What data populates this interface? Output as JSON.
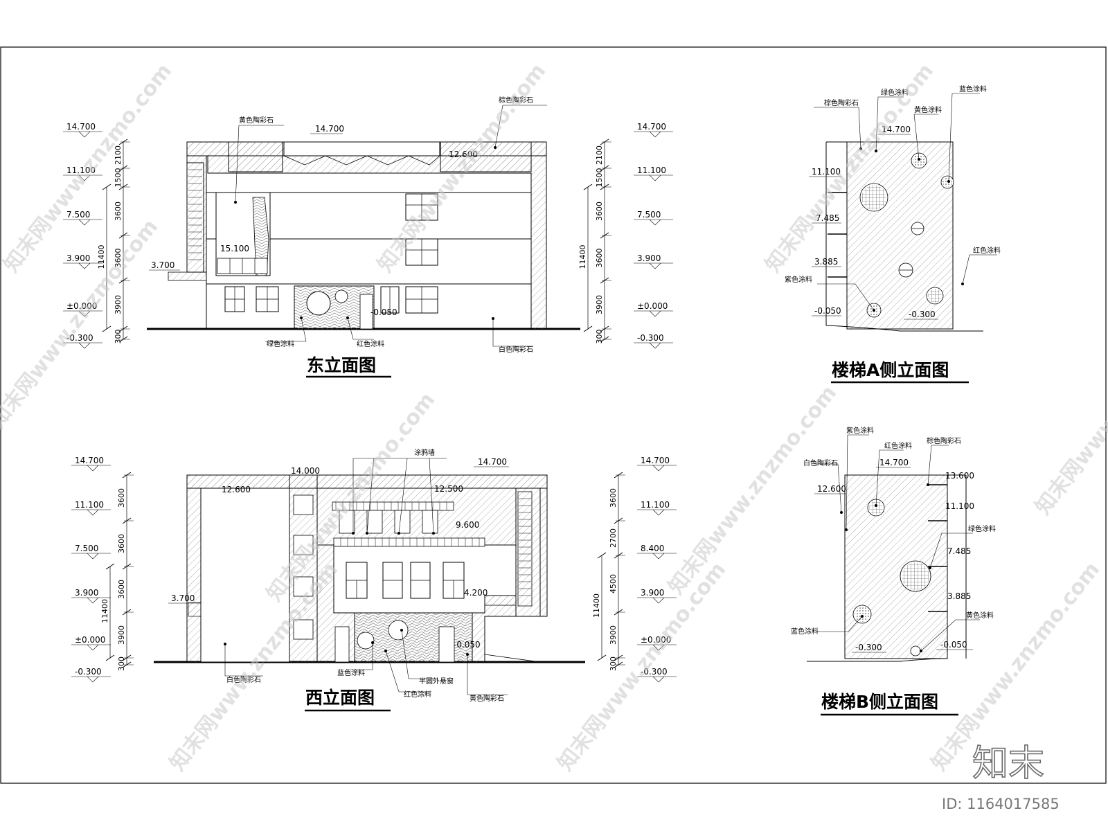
{
  "sheet": {
    "brand_logo": "知末",
    "id_label": "ID: 1164017585",
    "watermark_text": "知末网www.znzmo.com"
  },
  "east": {
    "title": "东立面图",
    "left_levels": [
      "14.700",
      "11.100",
      "7.500",
      "3.900",
      "±0.000",
      "-0.300"
    ],
    "right_levels": [
      "14.700",
      "11.100",
      "7.500",
      "3.900",
      "±0.000",
      "-0.300"
    ],
    "left_dims": [
      "2100",
      "1500",
      "3600",
      "3600",
      "3900",
      "300"
    ],
    "left_total": "11400",
    "right_dims": [
      "2100",
      "1500",
      "3600",
      "3600",
      "3900",
      "300"
    ],
    "right_total": "11400",
    "inner_levels": {
      "top": "14.700",
      "parapet": "12.600",
      "side": "3.700",
      "mid": "15.100",
      "entry": "-0.050"
    },
    "notes": {
      "top_left": "黄色陶彩石",
      "top_right": "棕色陶彩石",
      "bottom1": "绿色涂料",
      "bottom2": "红色涂料",
      "bottom3": "白色陶彩石"
    }
  },
  "west": {
    "title": "西立面图",
    "left_levels": [
      "14.700",
      "11.100",
      "7.500",
      "3.900",
      "±0.000",
      "-0.300"
    ],
    "right_levels": [
      "14.700",
      "11.100",
      "8.400",
      "3.900",
      "±0.000",
      "-0.300"
    ],
    "left_dims": [
      "3600",
      "3600",
      "3600",
      "3900",
      "300"
    ],
    "left_total": "11400",
    "right_dims": [
      "3600",
      "2700",
      "4500",
      "3900",
      "300"
    ],
    "right_total": "11400",
    "inner_levels": {
      "l12600": "12.600",
      "l14000": "14.000",
      "l14700": "14.700",
      "l12500": "12.500",
      "l9600": "9.600",
      "l4200": "4.200",
      "l3700": "3.700",
      "l0050": "-0.050"
    },
    "notes": {
      "top": "涂鸦墙",
      "b_white": "白色陶彩石",
      "b_blue": "蓝色涂料",
      "b_red": "红色涂料",
      "b_window": "半圆外悬窗",
      "b_yellow": "黄色陶彩石"
    }
  },
  "stairA": {
    "title": "楼梯A侧立面图",
    "levels": {
      "top": "14.700",
      "l11100": "11.100",
      "l7485": "7.485",
      "l3885": "3.885",
      "l0050": "-0.050",
      "l0300": "-0.300"
    },
    "notes": {
      "brown": "棕色陶彩石",
      "green": "绿色涂料",
      "yellow": "黄色涂料",
      "blue": "蓝色涂料",
      "red": "红色涂料",
      "purple": "紫色涂料"
    }
  },
  "stairB": {
    "title": "楼梯B侧立面图",
    "levels": {
      "top": "14.700",
      "l12600": "12.600",
      "l13600": "13.600",
      "l11100": "11.100",
      "l7485": "7.485",
      "l3885": "3.885",
      "l0300": "-0.300",
      "l0050": "-0.050"
    },
    "notes": {
      "purple": "紫色涂料",
      "red": "红色涂料",
      "brown": "棕色陶彩石",
      "white": "白色陶彩石",
      "green": "绿色涂料",
      "blue": "蓝色涂料",
      "yellow": "黄色涂料"
    }
  }
}
